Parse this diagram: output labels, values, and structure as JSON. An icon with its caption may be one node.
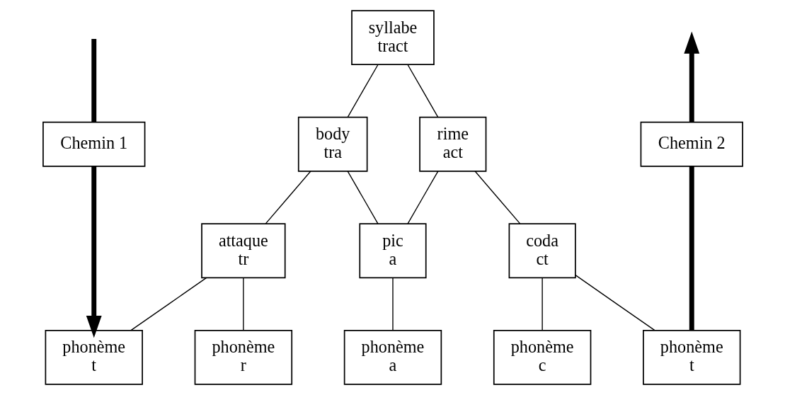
{
  "diagram": {
    "nodes": [
      {
        "text": [
          "syllabe tract"
        ]
      },
      {
        "text": [
          "Chemin 1"
        ]
      },
      {
        "text": [
          "body tra"
        ]
      },
      {
        "text": [
          "rime act"
        ]
      },
      {
        "text": [
          "Chemin 2"
        ]
      },
      {
        "text": [
          "attaque tr"
        ]
      },
      {
        "text": [
          "pic a"
        ]
      },
      {
        "text": [
          "coda ct"
        ]
      },
      {
        "text": [
          "phonème t"
        ]
      },
      {
        "text": [
          "phonème r"
        ]
      },
      {
        "text": [
          "phonème a"
        ]
      },
      {
        "text": [
          "phonème c"
        ]
      },
      {
        "text": [
          "phonème t"
        ]
      }
    ],
    "edges": [
      {
        "from": 0,
        "to": 2,
        "arrow": "none"
      },
      {
        "from": 0,
        "to": 3,
        "arrow": "none"
      },
      {
        "from": 2,
        "to": 5,
        "arrow": "none"
      },
      {
        "from": 2,
        "to": 6,
        "arrow": "none"
      },
      {
        "from": 3,
        "to": 6,
        "arrow": "none"
      },
      {
        "from": 3,
        "to": 7,
        "arrow": "none"
      },
      {
        "from": 5,
        "to": 8,
        "arrow": "none"
      },
      {
        "from": 5,
        "to": 9,
        "arrow": "none"
      },
      {
        "from": 6,
        "to": 10,
        "arrow": "none"
      },
      {
        "from": 7,
        "to": 11,
        "arrow": "none"
      },
      {
        "from": 7,
        "to": 12,
        "arrow": "none"
      },
      {
        "from": null,
        "to": 1,
        "arrow": "none",
        "style": "thick"
      },
      {
        "from": 1,
        "to": 8,
        "arrow": "to",
        "style": "thick"
      },
      {
        "from": 12,
        "to": 4,
        "arrow": "none",
        "style": "thick"
      },
      {
        "from": 4,
        "to": null,
        "arrow": "to",
        "style": "thick"
      }
    ]
  }
}
